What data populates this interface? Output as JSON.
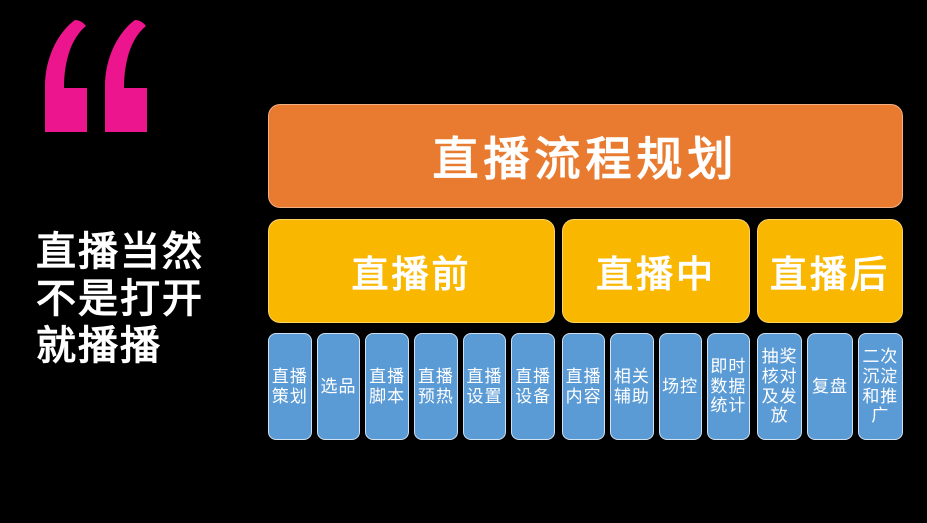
{
  "colors": {
    "background": "#000000",
    "pink": "#EC158E",
    "orange": "#E87B2F",
    "yellow": "#F9B700",
    "blue": "#5B9BD5",
    "text": "#FFFFFF"
  },
  "quote": {
    "icon": "double-quote-icon"
  },
  "tagline": {
    "lines": [
      "直播当然",
      "不是打开",
      "就播播"
    ]
  },
  "diagram": {
    "title": "直播流程规划",
    "phases": [
      {
        "label": "直播前",
        "items": [
          "直播策划",
          "选品",
          "直播脚本",
          "直播预热",
          "直播设置",
          "直播设备"
        ]
      },
      {
        "label": "直播中",
        "items": [
          "直播内容",
          "相关辅助",
          "场控",
          "即时数据统计"
        ]
      },
      {
        "label": "直播后",
        "items": [
          "抽奖核对及发放",
          "复盘",
          "二次沉淀和推广"
        ]
      }
    ]
  }
}
